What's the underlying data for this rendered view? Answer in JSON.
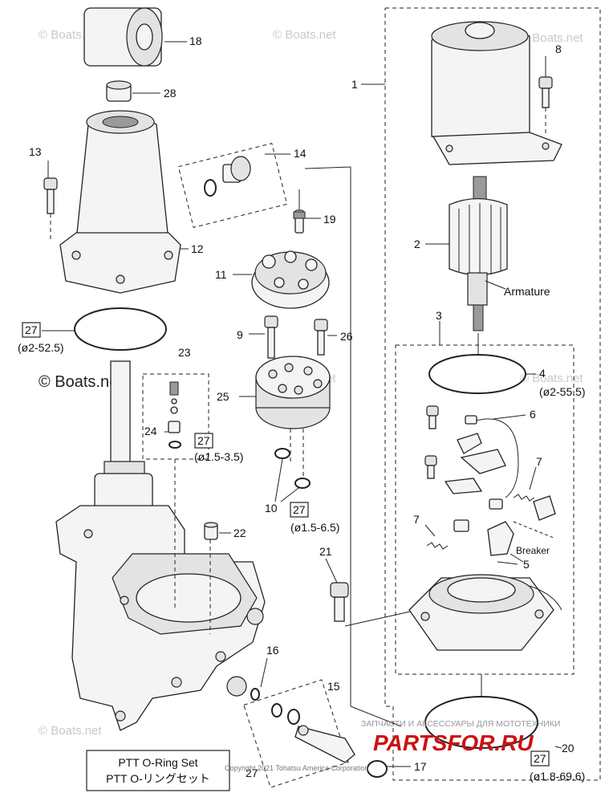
{
  "watermark": "© Boats.net",
  "watermark_large": "© Boats.net",
  "copyright": "Copyright 2021 Tohatsu America Corporation",
  "legend": {
    "line1": "PTT O-Ring Set",
    "line2": "PTT O-リングセット",
    "ref": "27"
  },
  "shop_badge": {
    "tagline": "ЗАПЧАСТИ И АКСЕССУАРЫ ДЛЯ МОТОТЕХНИКИ",
    "logo_text": "PARTSFOR.RU",
    "color": "#cc1111"
  },
  "callouts": {
    "p1": "1",
    "p2": "2",
    "p3": "3",
    "p4": "4",
    "p5": "5",
    "p6": "6",
    "p7a": "7",
    "p7b": "7",
    "p8": "8",
    "p9": "9",
    "p10": "10",
    "p11": "11",
    "p12": "12",
    "p13": "13",
    "p14": "14",
    "p15": "15",
    "p16": "16",
    "p17": "17",
    "p18": "18",
    "p19": "19",
    "p20": "20",
    "p21": "21",
    "p22": "22",
    "p23": "23",
    "p24": "24",
    "p25": "25",
    "p26": "26",
    "p27": "27",
    "p28": "28"
  },
  "boxed_refs": {
    "r27a": "27",
    "r27b": "27",
    "r27c": "27",
    "r27d": "27"
  },
  "ring_sizes": {
    "s1": "(ø2-52.5)",
    "s2": "(ø1.5-3.5)",
    "s3": "(ø1.5-6.5)",
    "s4": "(ø2-55.5)",
    "s5": "(ø1.8-69.6)"
  },
  "text_labels": {
    "armature": "Armature",
    "breaker": "Breaker"
  }
}
